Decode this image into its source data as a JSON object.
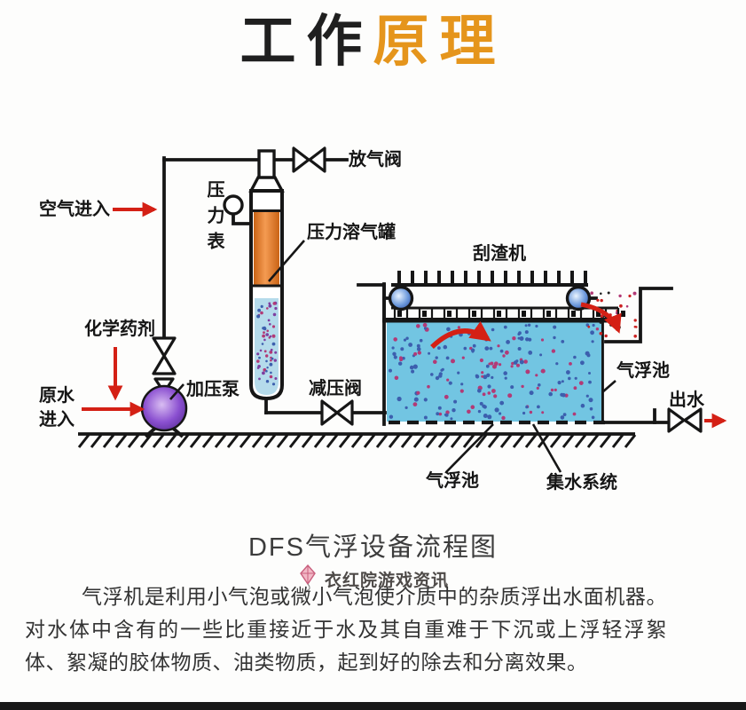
{
  "title": {
    "part1": "工作",
    "part2": "原理"
  },
  "diagram": {
    "labels": {
      "air_in": "空气进入",
      "pressure_gauge": "压力表",
      "release_valve": "放气阀",
      "dissolved_air_tank": "压力溶气罐",
      "scraper": "刮渣机",
      "chemical": "化学药剂",
      "raw_water_line1": "原水",
      "raw_water_line2": "进入",
      "pressure_pump": "加压泵",
      "reducing_valve": "减压阀",
      "flotation_tank_right": "气浮池",
      "water_out": "出水",
      "flotation_tank_bottom": "气浮池",
      "collection_system": "集水系统"
    },
    "colors": {
      "line_black": "#161616",
      "arrow_red": "#d42015",
      "tank_orange": "#e08030",
      "tank_bottom_blue": "#b5dbeb",
      "flotation_water_blue": "#72c5e2",
      "pump_purple": "#5b2d9e",
      "pulley_blue": "#3366cc",
      "dot_dark_blue": "#3c5fae",
      "dot_magenta": "#b23a76",
      "dot_purple": "#7d3fa0"
    }
  },
  "caption": "DFS气浮设备流程图",
  "watermark": {
    "text": "衣红院游戏资讯",
    "icon": "kite-icon",
    "icon_color": "#f2b8c6"
  },
  "description": "气浮机是利用小气泡或微小气泡使介质中的杂质浮出水面机器。对水体中含有的一些比重接近于水及其自重难于下沉或上浮轻浮絮体、絮凝的胶体物质、油类物质，起到好的除去和分离效果。"
}
